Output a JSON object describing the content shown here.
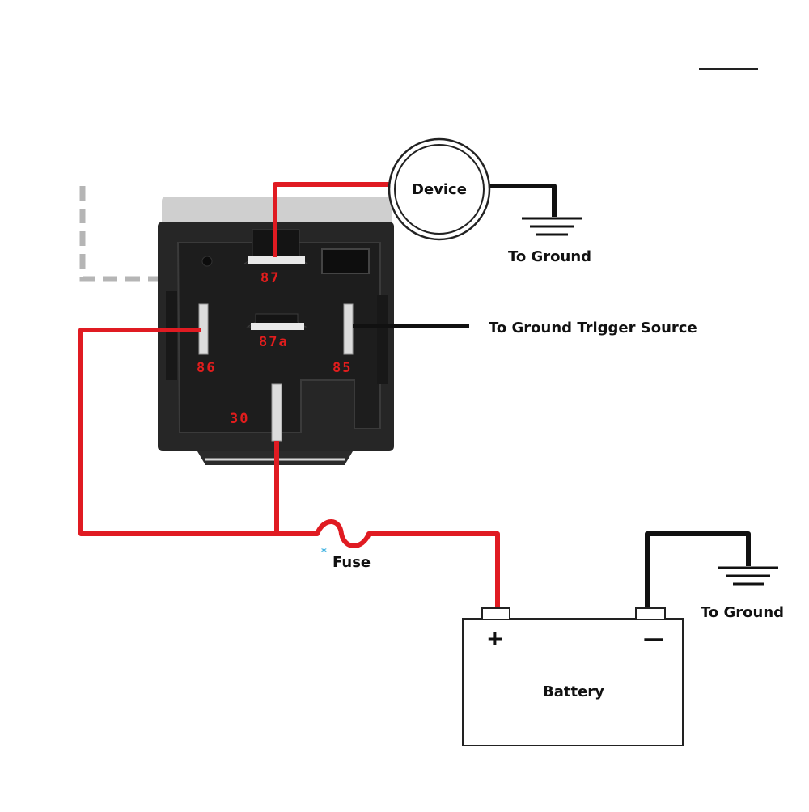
{
  "labels": {
    "device": "Device",
    "to_ground_top": "To Ground",
    "to_ground_trigger": "To Ground Trigger Source",
    "fuse": "Fuse",
    "fuse_mark": "*",
    "battery": "Battery",
    "to_ground_bottom": "To Ground",
    "plus": "+",
    "minus": "—"
  },
  "pins": {
    "p87": "87",
    "p87a": "87a",
    "p86": "86",
    "p85": "85",
    "p30": "30"
  },
  "colors": {
    "red_wire": "#e01b22",
    "black_wire": "#111111",
    "relay_body": "#242424",
    "relay_face": "#1c1c1c",
    "pin_label": "#e11d1d",
    "dashed_wire": "#b5b5b5"
  }
}
